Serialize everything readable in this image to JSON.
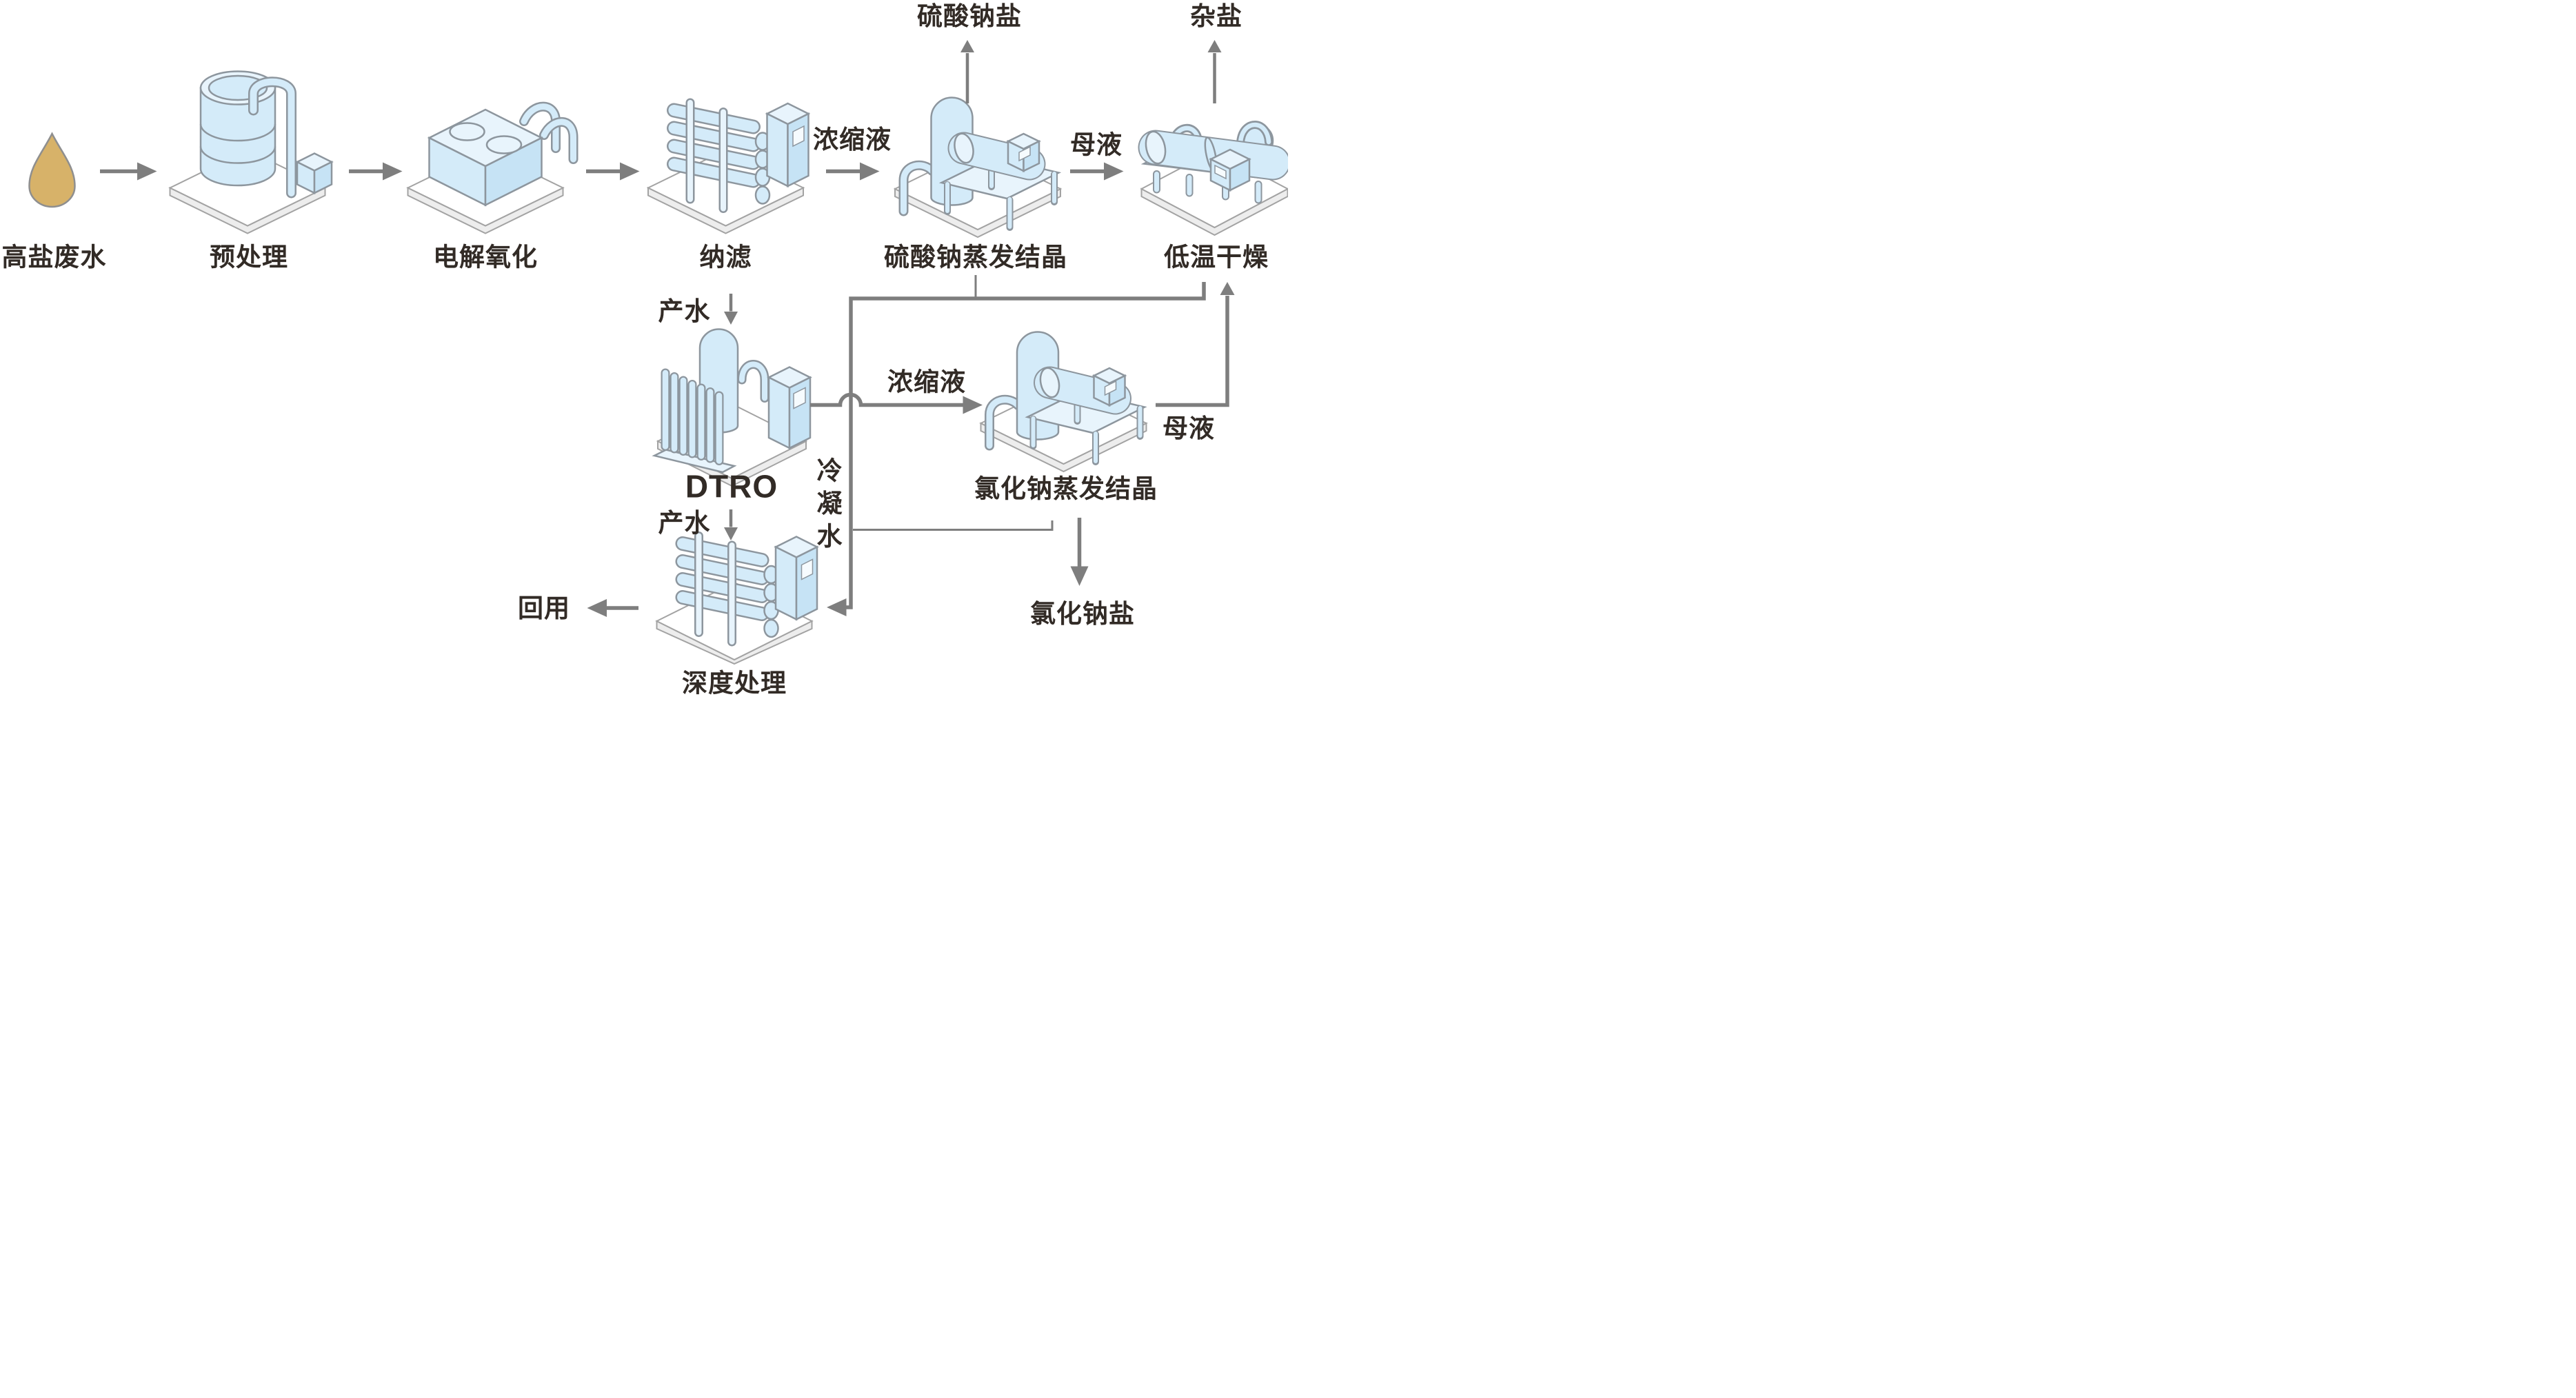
{
  "diagram": {
    "nodes": [
      {
        "id": "feed",
        "label": "高盐废水"
      },
      {
        "id": "pretreatment",
        "label": "预处理"
      },
      {
        "id": "electro-oxidation",
        "label": "电解氧化"
      },
      {
        "id": "nanofiltration",
        "label": "纳滤"
      },
      {
        "id": "na2so4-evaporation-crystallization",
        "label": "硫酸钠蒸发结晶"
      },
      {
        "id": "low-temp-drying",
        "label": "低温干燥"
      },
      {
        "id": "dtro",
        "label": "DTRO"
      },
      {
        "id": "nacl-evaporation-crystallization",
        "label": "氯化钠蒸发结晶"
      },
      {
        "id": "advanced-treatment",
        "label": "深度处理"
      }
    ],
    "streams": {
      "nf_concentrate": "浓缩液",
      "nf_product_water": "产水",
      "na2so4_mother_liquor": "母液",
      "dtro_concentrate": "浓缩液",
      "dtro_product_water": "产水",
      "nacl_mother_liquor": "母液",
      "condensate_chars": [
        "冷",
        "凝",
        "水"
      ]
    },
    "outputs": {
      "na2so4_salt": "硫酸钠盐",
      "mixed_salt": "杂盐",
      "nacl_salt": "氯化钠盐",
      "reuse": "回用"
    },
    "colors": {
      "equipment_fill": "#d4ebf9",
      "equipment_fill_light": "#e8f4fc",
      "equipment_fill_dark": "#c6e3f5",
      "equipment_outline": "#8d969e",
      "platform_top": "#ffffff",
      "platform_side": "#ededed",
      "platform_outline": "#a3a3a3",
      "line": "#7e7e7e",
      "text": "#322b26",
      "drop_fill": "#d7b269",
      "drop_outline": "#8f8f8f"
    }
  }
}
